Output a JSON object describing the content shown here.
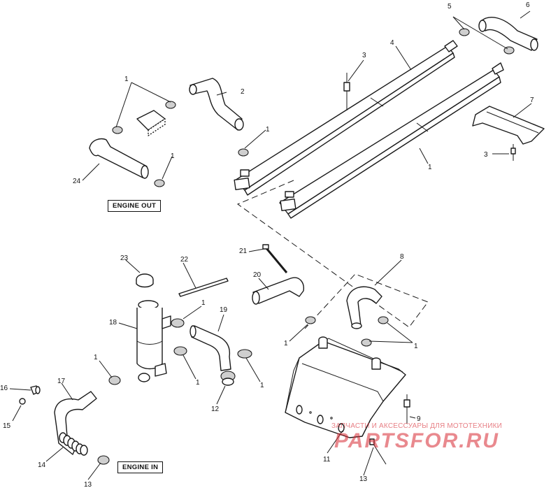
{
  "labels": {
    "engine_out": "ENGINE OUT",
    "engine_in": "ENGINE IN"
  },
  "watermark": {
    "subtitle": "ЗАПЧАСТИ И АКСЕССУАРЫ ДЛЯ МОТОТЕХНИКИ",
    "brand": "PARTSFOR.RU"
  },
  "callouts": {
    "c1_top": "1",
    "c2": "2",
    "c3_top": "3",
    "c4": "4",
    "c5": "5",
    "c6": "6",
    "c7": "7",
    "c3_right": "3",
    "c1_rail": "1",
    "c1_mid": "1",
    "c1_left": "1",
    "c24": "24",
    "c23": "23",
    "c22": "22",
    "c21": "21",
    "c20": "20",
    "c8": "8",
    "c18": "18",
    "c19": "19",
    "c1_tank_a": "1",
    "c1_tank_b": "1",
    "c1_tank_c": "1",
    "c1_tank_d": "1",
    "c1_right_a": "1",
    "c1_right_b": "1",
    "c17": "17",
    "c16": "16",
    "c15": "15",
    "c14": "14",
    "c13_left": "13",
    "c12": "12",
    "c9": "9",
    "c11": "11",
    "c13_right": "13"
  },
  "colors": {
    "line": "#1a1a1a",
    "watermark": "#d72832"
  }
}
